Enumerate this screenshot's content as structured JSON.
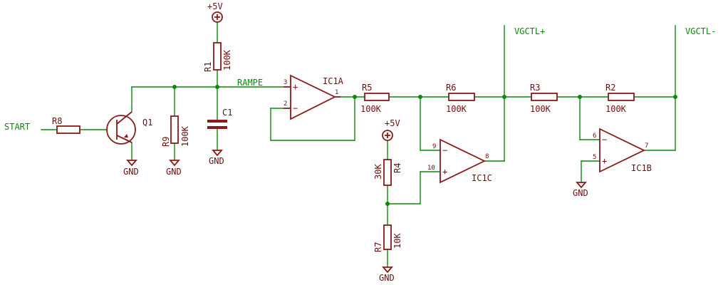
{
  "nets": {
    "start": "START",
    "rampe": "RAMPE",
    "vgctl_plus": "VGCTL+",
    "vgctl_minus": "VGCTL-"
  },
  "power": {
    "vcc": "+5V",
    "gnd": "GND"
  },
  "components": {
    "r8": {
      "name": "R8"
    },
    "q1": {
      "name": "Q1"
    },
    "r9": {
      "name": "R9",
      "value": "100K"
    },
    "r1": {
      "name": "R1",
      "value": "100K"
    },
    "c1": {
      "name": "C1"
    },
    "ic1a": {
      "name": "IC1A",
      "pin_plus": "3",
      "pin_minus": "2",
      "pin_out": "1"
    },
    "r5": {
      "name": "R5",
      "value": "100K"
    },
    "r6": {
      "name": "R6",
      "value": "100K"
    },
    "r3": {
      "name": "R3",
      "value": "100K"
    },
    "r2": {
      "name": "R2",
      "value": "100K"
    },
    "r4": {
      "name": "R4",
      "value": "30K"
    },
    "r7": {
      "name": "R7",
      "value": "10K"
    },
    "ic1c": {
      "name": "IC1C",
      "pin_minus": "9",
      "pin_plus": "10",
      "pin_out": "8"
    },
    "ic1b": {
      "name": "IC1B",
      "pin_minus": "6",
      "pin_plus": "5",
      "pin_out": "7"
    }
  },
  "colors": {
    "wire": "#0a8a0a",
    "part": "#8b1a1a",
    "part_text": "#6b1010",
    "background": "#ffffff"
  }
}
